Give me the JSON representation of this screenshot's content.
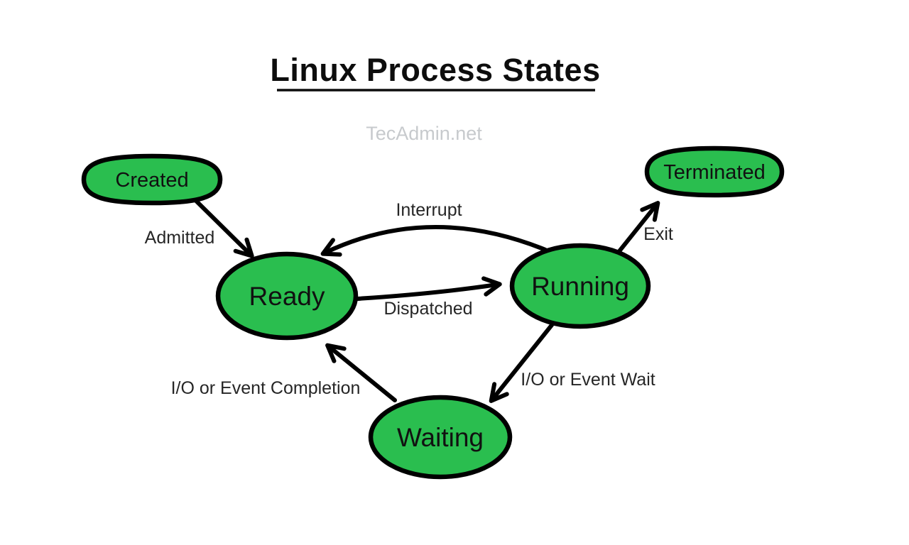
{
  "title": "Linux Process States",
  "watermark": "TecAdmin.net",
  "colors": {
    "background": "#ffffff",
    "node_fill": "#2abe4f",
    "node_stroke": "#000000",
    "edge_stroke": "#000000",
    "title_text": "#0d0d0d",
    "watermark_text": "#c7cacd"
  },
  "nodes": {
    "created": {
      "label": "Created"
    },
    "terminated": {
      "label": "Terminated"
    },
    "ready": {
      "label": "Ready"
    },
    "running": {
      "label": "Running"
    },
    "waiting": {
      "label": "Waiting"
    }
  },
  "edges": {
    "admitted": {
      "label": "Admitted",
      "from": "Created",
      "to": "Ready"
    },
    "interrupt": {
      "label": "Interrupt",
      "from": "Running",
      "to": "Ready"
    },
    "dispatched": {
      "label": "Dispatched",
      "from": "Ready",
      "to": "Running"
    },
    "exit": {
      "label": "Exit",
      "from": "Running",
      "to": "Terminated"
    },
    "io_wait": {
      "label": "I/O or Event Wait",
      "from": "Running",
      "to": "Waiting"
    },
    "io_completion": {
      "label": "I/O or Event Completion",
      "from": "Waiting",
      "to": "Ready"
    }
  }
}
